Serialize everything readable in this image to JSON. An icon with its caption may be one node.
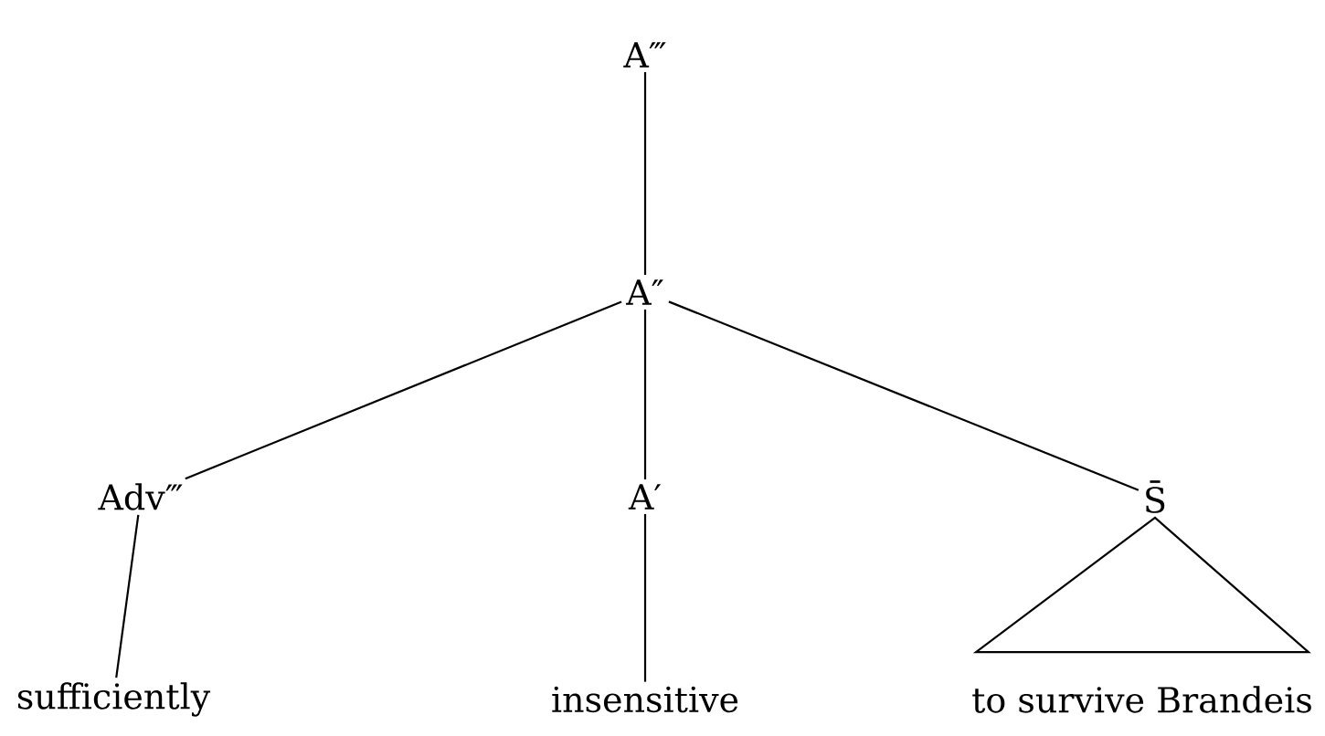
{
  "diagram": {
    "nodes": [
      {
        "text": [
          "A‴"
        ]
      },
      {
        "text": [
          "A″"
        ]
      },
      {
        "text": [
          "Adv‴"
        ]
      },
      {
        "text": [
          "A′"
        ]
      },
      {
        "text": [
          "S̄"
        ]
      },
      {
        "text": [
          "sufficiently"
        ]
      },
      {
        "text": [
          "insensitive"
        ]
      },
      {
        "text": [
          "to survive Brandeis"
        ]
      }
    ],
    "edges": [
      {
        "from": 0,
        "to": 1,
        "arrow": "none"
      },
      {
        "from": 1,
        "to": 2,
        "arrow": "none"
      },
      {
        "from": 1,
        "to": 3,
        "arrow": "none"
      },
      {
        "from": 1,
        "to": 4,
        "arrow": "none"
      },
      {
        "from": 2,
        "to": 5,
        "arrow": "none"
      },
      {
        "from": 3,
        "to": 6,
        "arrow": "none"
      },
      {
        "from": 4,
        "to": 7,
        "arrow": "none"
      }
    ]
  }
}
